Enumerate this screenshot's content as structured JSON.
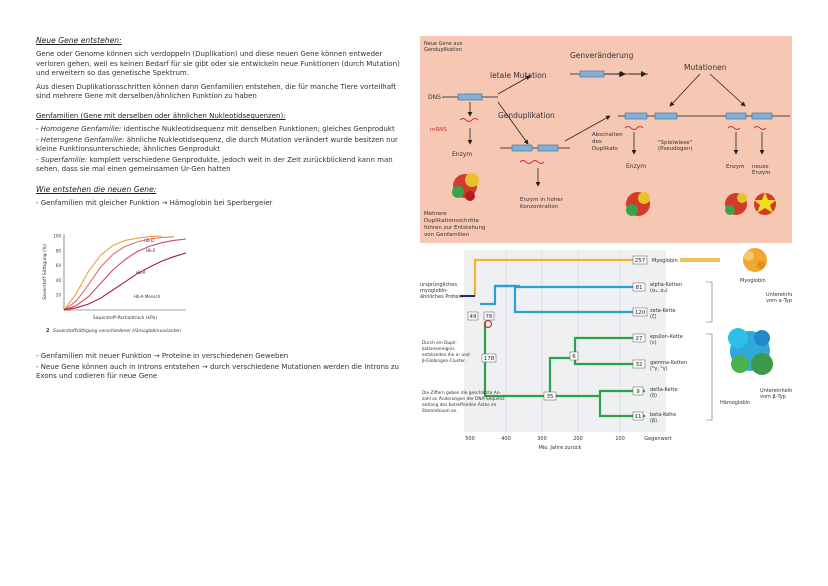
{
  "left": {
    "title": "Neue Gene entstehen:",
    "p1": "Gene oder Genome können sich verdoppeln (Duplikation) und diese neuen Gene können entweder verloren gehen, weil es keinen Bedarf für sie gibt oder sie entwickeln neue Funktionen (durch Mutation) und erweitern so das genetische Spektrum.",
    "p2": "Aus diesen Duplikationsschritten können dann Genfamilien entstehen, die für manche Tiere vorteilhaft sind mehrere Gene mit derselben/ähnlichen Funktion zu haben",
    "families_heading": "Genfamilien (Gene mit derselben oder ähnlichen Nukleotidsequenzen):",
    "families": [
      {
        "term": "Homogene Genfamilie:",
        "text": " identische Nukleotidsequenz mit denselben Funktionen; gleiches Genprodukt"
      },
      {
        "term": "Heterogene Genfamilie:",
        "text": " ähnliche Nukleotidsequenz, die durch Mutation verändert wurde besitzen nur kleine Funktionsunterschiede; ähnliches Genprodukt"
      },
      {
        "term": "Superfamilie:",
        "text": " komplett verschiedene Genprodukte, jedoch weit in der Zeit zurückblickend kann man sehen, dass sie mal einen gemeinsamen Ur-Gen hatten"
      }
    ],
    "how_heading": "Wie entstehen die neuen Gene:",
    "how_item": "- Genfamilien mit gleicher Funktion → Hämoglobin bei Sperbergeier",
    "bottom_items": [
      "- Genfamilien mit neuer Funktion → Proteine in verschiedenen Geweben",
      "- Neue Gene können auch in Introns entstehen → durch verschiedene Mutationen werden die Introns zu Exons und codieren für neue Gene"
    ]
  },
  "chart_data": {
    "type": "line",
    "ylabel": "Sauerstoff-Sättigung (%)",
    "xlabel": "Sauerstoff-Partialdruck (kPa)",
    "caption_num": "2",
    "caption": "Sauerstoffsättigung verschiedener Hämoglobinvarianten",
    "yticks": [
      "100",
      "80",
      "60",
      "40",
      "20"
    ],
    "ylim": [
      0,
      100
    ],
    "xlim": [
      0,
      10
    ],
    "series": [
      {
        "name": "Hb-D",
        "color": "#e8a23c",
        "x": [
          0,
          1,
          2,
          3,
          4,
          5,
          6,
          7,
          8
        ],
        "y": [
          0,
          22,
          52,
          74,
          87,
          94,
          97,
          99,
          100
        ]
      },
      {
        "name": "Hb-E",
        "color": "#e56a6a",
        "x": [
          0,
          1,
          2,
          3,
          4,
          5,
          6,
          7,
          8,
          9
        ],
        "y": [
          0,
          12,
          34,
          58,
          75,
          86,
          92,
          96,
          98,
          99
        ]
      },
      {
        "name": "Hb-A",
        "color": "#d04a63",
        "x": [
          0,
          1,
          2,
          3,
          4,
          5,
          6,
          7,
          8,
          9,
          10
        ],
        "y": [
          0,
          6,
          18,
          36,
          54,
          68,
          79,
          86,
          91,
          94,
          96
        ]
      },
      {
        "name": "Hb-A Mensch",
        "color": "#a02040",
        "x": [
          0,
          1,
          2,
          3,
          4,
          5,
          6,
          7,
          8,
          9,
          10
        ],
        "y": [
          0,
          3,
          8,
          16,
          27,
          38,
          49,
          58,
          66,
          72,
          77
        ]
      }
    ]
  },
  "topdiagram": {
    "corner": "Neue Gene aus\nGenduplikation",
    "genveraenderung": "Genveränderung",
    "letale": "letale Mutation",
    "mutationen": "Mutationen",
    "dns": "DNS",
    "genduplikation": "Genduplikation",
    "mrna": "mRNS",
    "enzym": "Enzym",
    "abschalten": "Abschalten\ndes\nDuplikats",
    "spielwiese": "\"Spielwiese\"\n(Pseudogen)",
    "enzym_hoch": "Enzym in hoher\nKonzentration",
    "enzym2": "Enzym",
    "enzym3": "Enzym",
    "neues": "neues\nEnzym",
    "mehrere": "Mehrere\nDuplikationsschritte\nführen zur Entstehung\nvon Genfamilien"
  },
  "tree": {
    "nodes": {
      "n257": "257",
      "n81": "81",
      "n120": "120",
      "n27": "27",
      "n32": "32",
      "n9": "9",
      "n11": "11",
      "n49": "49",
      "n76": "76",
      "n178": "178",
      "n6": "6",
      "n35": "35"
    },
    "labels": {
      "myoglobin": "Myoglobin",
      "alpha": "alpha-Ketten\n(α₁, α₂)",
      "zeta": "zeta-Kette\n(ζ)",
      "epsilon": "epsilon-Kette\n(ε)",
      "gamma": "gamma-Ketten\n(ᴳγ, ᴬγ)",
      "delta": "delta-Kette\n(δ)",
      "beta": "beta-Kette\n(β)",
      "ur": "ursprüngliches\nmyoglobin-\nähnliches Protein",
      "note1": "Durch ein Dupli-\nkationsereignis\nentstanden die α- und\nβ-Globingen-Cluster.",
      "note2": "Die Ziffern geben die geschätzte An-\nzahl an Änderungen der DNA-Sequenz\nentlang des betreffenden Astes im\nStammbaum an.",
      "myoglobin_r": "Myoglobin",
      "alpha_units": "Untereinheiten\nvom α-Typ",
      "haemoglobin": "Hämoglobin",
      "beta_units": "Untereinheiten\nvom β-Typ"
    },
    "axis": {
      "ticks": [
        "500",
        "400",
        "300",
        "200",
        "100",
        "Gegenwart"
      ],
      "label": "Mio. Jahre zurück"
    }
  }
}
